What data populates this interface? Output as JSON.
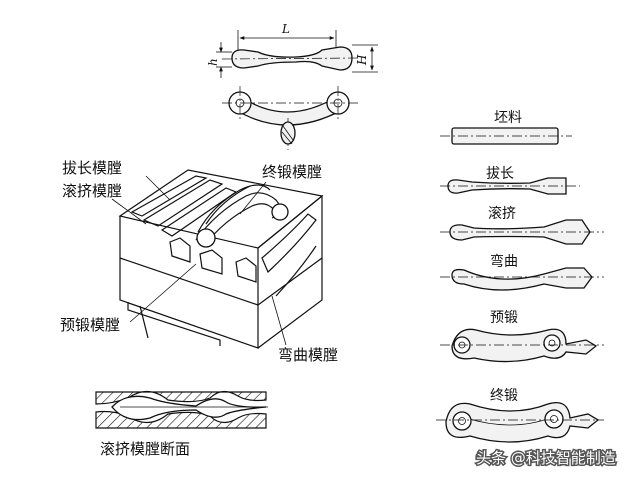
{
  "labels": {
    "draw_cavity": "拔长模膛",
    "roll_cavity": "滚挤模膛",
    "finish_cavity": "终锻模膛",
    "preforge_cavity": "预锻模膛",
    "bend_cavity": "弯曲模膛",
    "roll_section": "滚挤模膛断面"
  },
  "dimensions": {
    "length": "L",
    "height_small": "h",
    "height_large": "H"
  },
  "steps": [
    "坯料",
    "拔长",
    "滚挤",
    "弯曲",
    "预锻",
    "终锻"
  ],
  "watermark": "头条 @科技智能制造"
}
